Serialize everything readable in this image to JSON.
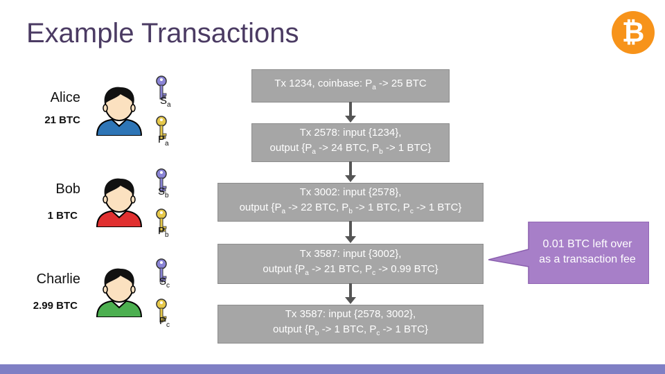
{
  "title": "Example Transactions",
  "logo_symbol": "₿",
  "people": [
    {
      "name": "Alice",
      "balance": "21 BTC",
      "shirt_color": "#2e75b6",
      "key_s": {
        "letter": "S",
        "sub": "a"
      },
      "key_p": {
        "letter": "P",
        "sub": "a"
      }
    },
    {
      "name": "Bob",
      "balance": "1 BTC",
      "shirt_color": "#e03030",
      "key_s": {
        "letter": "S",
        "sub": "b"
      },
      "key_p": {
        "letter": "P",
        "sub": "b"
      }
    },
    {
      "name": "Charlie",
      "balance": "2.99 BTC",
      "shirt_color": "#4caf50",
      "key_s": {
        "letter": "S",
        "sub": "c"
      },
      "key_p": {
        "letter": "P",
        "sub": "c"
      }
    }
  ],
  "transactions": [
    {
      "line1": [
        "Tx 1234, coinbase: P",
        "a",
        " -> 25 BTC"
      ],
      "line2": []
    },
    {
      "line1": [
        "Tx 2578: input {1234},"
      ],
      "line2": [
        "output {P",
        "a",
        " -> 24 BTC, P",
        "b",
        " -> 1 BTC}"
      ]
    },
    {
      "line1": [
        "Tx 3002: input {2578},"
      ],
      "line2": [
        "output {P",
        "a",
        " -> 22 BTC, P",
        "b",
        " -> 1 BTC, P",
        "c",
        " -> 1 BTC}"
      ]
    },
    {
      "line1": [
        "Tx 3587: input {3002},"
      ],
      "line2": [
        "output {P",
        "a",
        " -> 21 BTC, P",
        "c",
        " -> 0.99 BTC}"
      ]
    },
    {
      "line1": [
        "Tx 3587: input {2578, 3002},"
      ],
      "line2": [
        "output {P",
        "b",
        " -> 1 BTC, P",
        "c",
        " -> 1 BTC}"
      ]
    }
  ],
  "callout": {
    "line1": "0.01 BTC left over",
    "line2": "as a transaction fee",
    "color": "#a77fc8"
  },
  "colors": {
    "title": "#4b3b63",
    "logo": "#f7931a",
    "tx_box": "#a6a6a6",
    "bottom_bar": "#7f7fc4"
  }
}
